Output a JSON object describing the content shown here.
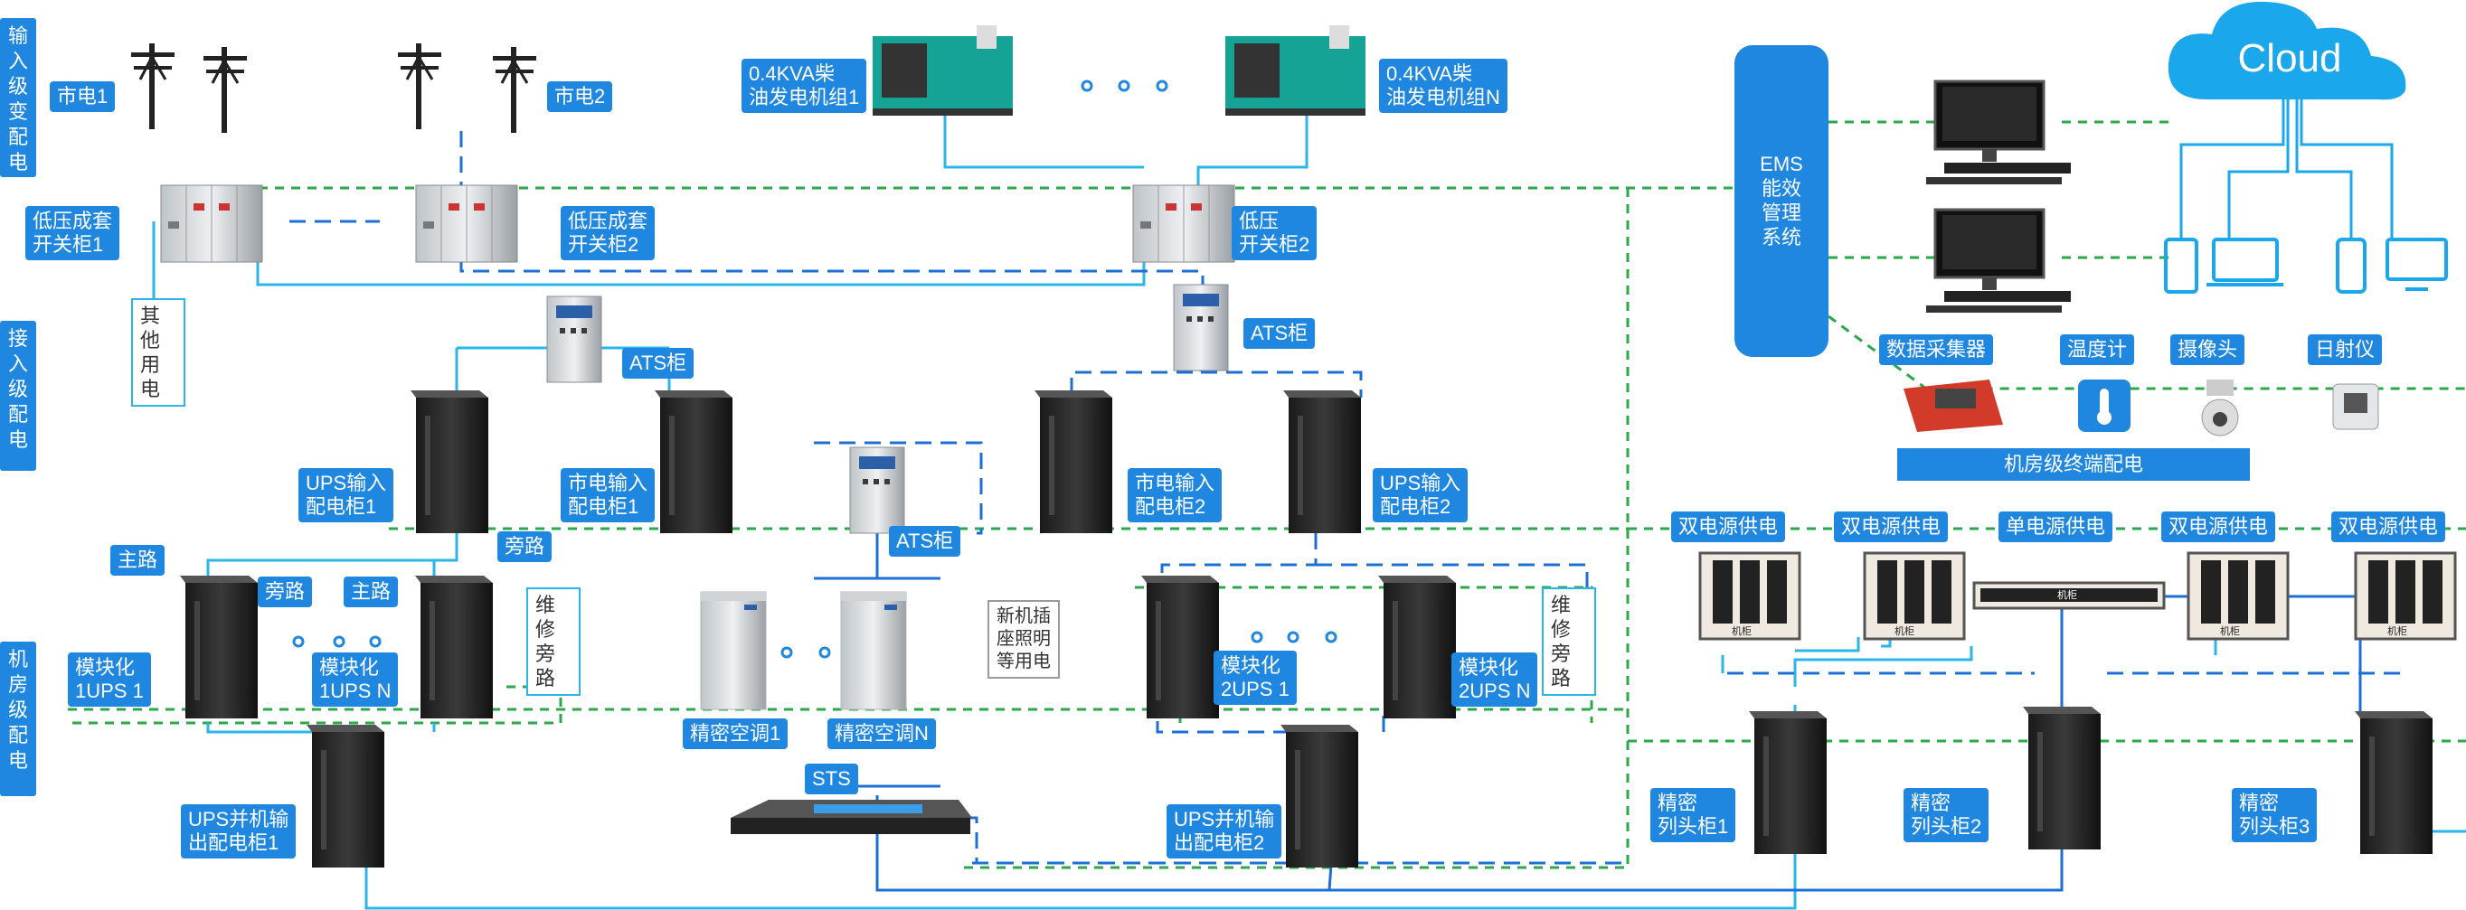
{
  "tiers": {
    "input": "输\n入\n级\n变\n配\n电",
    "access": "接\n入\n级\n配\n电",
    "room": "机\n房\n级\n配\n电"
  },
  "labels": {
    "grid1": "市电1",
    "grid2": "市电2",
    "gen1": "0.4KVA柴\n油发电机组1",
    "genN": "0.4KVA柴\n油发电机组N",
    "lv1": "低压成套\n开关柜1",
    "lv2": "低压成套\n开关柜2",
    "lv3": "低压\n开关柜2",
    "ats1": "ATS柜",
    "ats2": "ATS柜",
    "ats3": "ATS柜",
    "other_power": "其\n他\n用\n电",
    "ups_in1": "UPS输入\n配电柜1",
    "mains_in1": "市电输入\n配电柜1",
    "mains_in2": "市电输入\n配电柜2",
    "ups_in2": "UPS输入\n配电柜2",
    "main_route1": "主路",
    "bypass1": "旁路",
    "bypass2": "旁路",
    "main_route2": "主路",
    "maint1": "维\n修\n旁\n路",
    "maint2": "维\n修\n旁\n路",
    "ups1_1": "模块化\n1UPS 1",
    "ups1_n": "模块化\n1UPS N",
    "ups2_1": "模块化\n2UPS 1",
    "ups2_n": "模块化\n2UPS N",
    "ac1": "精密空调1",
    "acN": "精密空调N",
    "socket": "新机插\n座照明\n等用电",
    "sts": "STS",
    "ups_out1": "UPS并机输\n出配电柜1",
    "ups_out2": "UPS并机输\n出配电柜2",
    "ems": "EMS\n能效\n管理\n系统",
    "cloud": "Cloud",
    "collector": "数据采集器",
    "thermo": "温度计",
    "camera": "摄像头",
    "sun": "日射仪",
    "terminal": "机房级终端配电",
    "dual1": "双电源供电",
    "dual2": "双电源供电",
    "single": "单电源供电",
    "dual3": "双电源供电",
    "dual4": "双电源供电",
    "head1": "精密\n列头柜1",
    "head2": "精密\n列头柜2",
    "head3": "精密\n列头柜3",
    "rack": "机柜"
  },
  "colors": {
    "accent": "#1f87e0",
    "line_cyan": "#2ab6e8",
    "line_blue": "#1d6fd6",
    "line_green": "#2aa84a"
  },
  "icons": [
    "power-pole-icon",
    "generator-icon",
    "switchgear-icon",
    "ats-cabinet-icon",
    "server-cabinet-icon",
    "air-conditioner-icon",
    "sts-device-icon",
    "computer-monitor-icon",
    "cloud-icon",
    "tablet-icon",
    "laptop-icon",
    "phone-icon",
    "desktop-icon",
    "data-collector-icon",
    "thermometer-icon",
    "camera-icon",
    "pyranometer-icon",
    "rack-cabinet-icon"
  ]
}
